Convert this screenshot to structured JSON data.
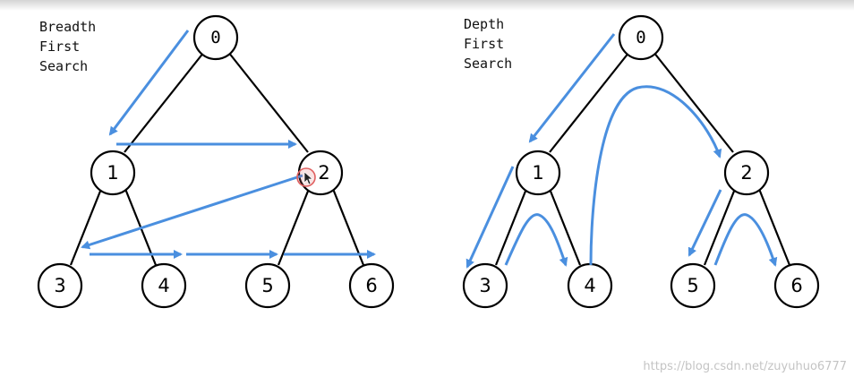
{
  "panels": {
    "bfs": {
      "title_lines": [
        "Breadth",
        "First",
        "Search"
      ]
    },
    "dfs": {
      "title_lines": [
        "Depth",
        "First",
        "Search"
      ]
    }
  },
  "node_labels": {
    "n0": "0",
    "n1": "1",
    "n2": "2",
    "n3": "3",
    "n4": "4",
    "n5": "5",
    "n6": "6"
  },
  "watermark": "https://blog.csdn.net/zuyuhuo6777",
  "colors": {
    "traversal_arrow": "#4a8fdf",
    "node_stroke": "#000000",
    "cursor_highlight": "#e06060"
  }
}
